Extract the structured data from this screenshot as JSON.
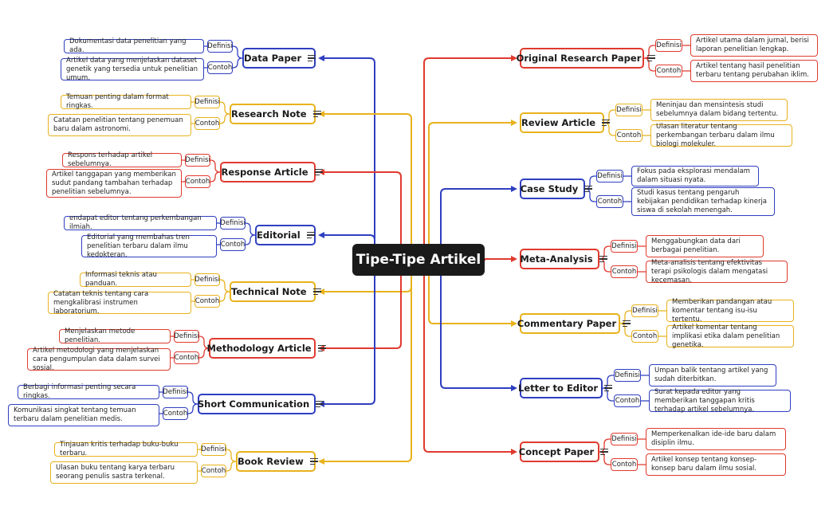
{
  "title": "Tipe-Tipe Artikel",
  "colors": {
    "red": "#e03a2f",
    "yellow": "#e8b21c",
    "blue": "#2f3fc0",
    "root": "#1a1a1a"
  },
  "icon": "notes-icon",
  "tag_labels": {
    "definition": "Definisi",
    "example": "Contoh"
  },
  "left_topics": [
    {
      "label": "Data Paper",
      "color": "blue",
      "definition": "Dokumentasi data penelitian yang ada.",
      "example": "Artikel data yang menjelaskan dataset genetik yang tersedia untuk penelitian umum."
    },
    {
      "label": "Research Note",
      "color": "yellow",
      "definition": "Temuan penting dalam format ringkas.",
      "example": "Catatan penelitian tentang penemuan baru dalam astronomi."
    },
    {
      "label": "Response Article",
      "color": "red",
      "definition": "Respons terhadap artikel sebelumnya.",
      "example": "Artikel tanggapan yang memberikan sudut pandang tambahan terhadap penelitian sebelumnya."
    },
    {
      "label": "Editorial",
      "color": "blue",
      "definition": "endapat editor tentang perkembangan ilmiah.",
      "example": "Editorial yang membahas tren penelitian terbaru dalam ilmu kedokteran."
    },
    {
      "label": "Technical Note",
      "color": "yellow",
      "definition": "Informasi teknis atau panduan.",
      "example": "Catatan teknis tentang cara mengkalibrasi instrumen laboratorium."
    },
    {
      "label": "Methodology Article",
      "color": "red",
      "definition": "Menjelaskan metode penelitian.",
      "example": "Artikel metodologi yang menjelaskan cara pengumpulan data dalam survei sosial."
    },
    {
      "label": "Short Communication",
      "color": "blue",
      "definition": "Berbagi informasi penting secara ringkas.",
      "example": "Komunikasi singkat tentang temuan terbaru dalam penelitian medis."
    },
    {
      "label": "Book Review",
      "color": "yellow",
      "definition": "Tinjauan kritis terhadap buku-buku terbaru.",
      "example": "Ulasan buku tentang karya terbaru seorang penulis sastra terkenal."
    }
  ],
  "right_topics": [
    {
      "label": "Original Research Paper",
      "color": "red",
      "definition": "Artikel utama dalam jurnal, berisi laporan penelitian lengkap.",
      "example": "Artikel tentang hasil penelitian terbaru tentang perubahan iklim."
    },
    {
      "label": "Review Article",
      "color": "yellow",
      "definition": "Meninjau dan mensintesis studi sebelumnya dalam bidang tertentu.",
      "example": "Ulasan literatur tentang perkembangan terbaru dalam ilmu biologi molekuler."
    },
    {
      "label": "Case Study",
      "color": "blue",
      "definition": "Fokus pada eksplorasi mendalam dalam situasi nyata.",
      "example": "Studi kasus tentang pengaruh kebijakan pendidikan terhadap kinerja siswa di sekolah menengah."
    },
    {
      "label": "Meta-Analysis",
      "color": "red",
      "definition": "Menggabungkan data dari berbagai penelitian.",
      "example": "Meta-analisis tentang efektivitas terapi psikologis dalam mengatasi kecemasan."
    },
    {
      "label": "Commentary Paper",
      "color": "yellow",
      "definition": "Memberikan pandangan atau komentar tentang isu-isu tertentu.",
      "example": "Artikel komentar tentang implikasi etika dalam penelitian genetika."
    },
    {
      "label": "Letter to Editor",
      "color": "blue",
      "definition": "Umpan balik tentang artikel yang sudah diterbitkan.",
      "example": "Surat kepada editor yang memberikan tanggapan kritis terhadap artikel sebelumnya."
    },
    {
      "label": "Concept Paper",
      "color": "red",
      "definition": "Memperkenalkan ide-ide baru dalam disiplin ilmu.",
      "example": "Artikel konsep tentang konsep-konsep baru dalam ilmu sosial."
    }
  ]
}
